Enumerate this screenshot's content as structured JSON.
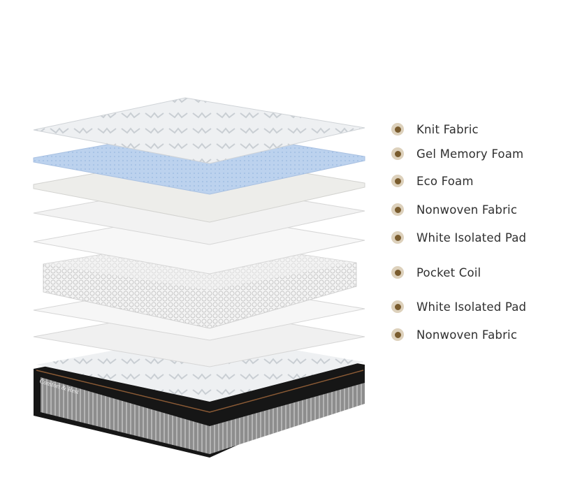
{
  "brand_logo": "Comfort & Rest",
  "colors": {
    "bullet_outer": "#ddd1bc",
    "bullet_inner": "#7a5c2e",
    "gel": "#bcd2ee",
    "cover_edge": "#1b1b1b",
    "piping": "#8a5a35"
  },
  "layers": [
    {
      "label": "Knit Fabric"
    },
    {
      "label": "Gel Memory Foam"
    },
    {
      "label": "Eco Foam"
    },
    {
      "label": "Nonwoven Fabric"
    },
    {
      "label": "White Isolated Pad"
    },
    {
      "label": "Pocket Coil"
    },
    {
      "label": "White Isolated Pad"
    },
    {
      "label": "Nonwoven Fabric"
    }
  ]
}
